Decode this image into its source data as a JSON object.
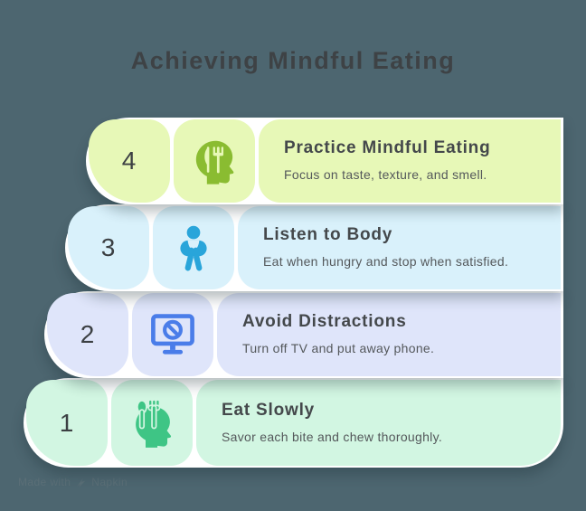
{
  "title": "Achieving Mindful Eating",
  "colors": {
    "background": "#4d6670",
    "title_text": "#3e4245",
    "watermark_text": "#5d7078",
    "divider_white": "#ffffff"
  },
  "steps": [
    {
      "number": "4",
      "title": "Practice Mindful Eating",
      "description": "Focus on taste, texture, and smell.",
      "bg": "#e7f8b7",
      "icon": "head-fork-knife-icon",
      "icon_color": "#8abc31"
    },
    {
      "number": "3",
      "title": "Listen to Body",
      "description": "Eat when hungry and stop when satisfied.",
      "bg": "#d9f1fb",
      "icon": "body-listen-icon",
      "icon_color": "#29a5da"
    },
    {
      "number": "2",
      "title": "Avoid Distractions",
      "description": "Turn off TV and put away phone.",
      "bg": "#dfe5fa",
      "icon": "no-tv-icon",
      "icon_color": "#4a7de9"
    },
    {
      "number": "1",
      "title": "Eat Slowly",
      "description": "Savor each bite and chew thoroughly.",
      "bg": "#d2f6e2",
      "icon": "head-spoon-fork-icon",
      "icon_color": "#3ec585"
    }
  ],
  "watermark": {
    "prefix": "Made with",
    "brand": "Napkin"
  }
}
